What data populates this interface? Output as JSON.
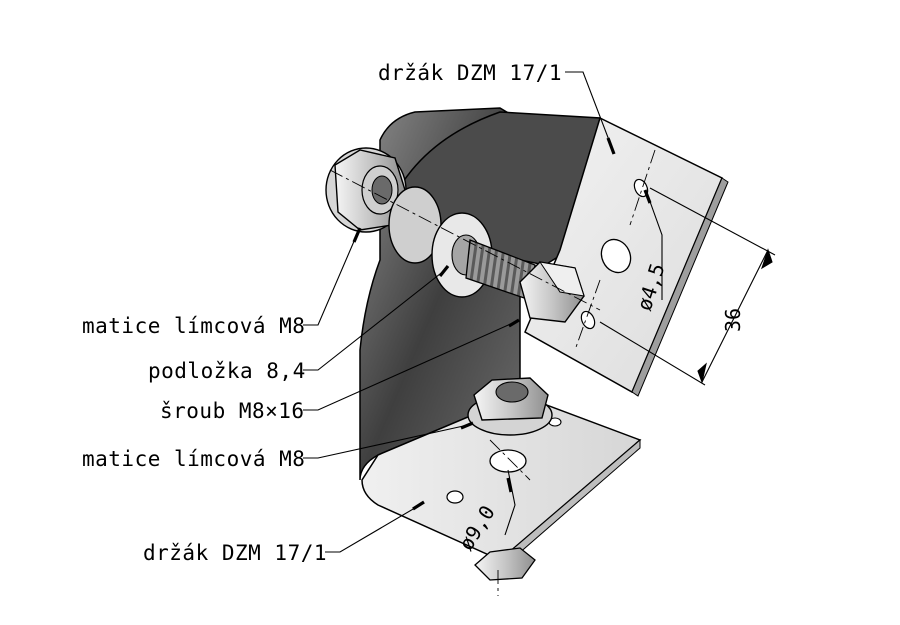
{
  "labels": {
    "holder_top": "držák DZM 17/1",
    "nut_left": "matice límcová M8",
    "washer": "podložka 8,4",
    "bolt": "šroub M8×16",
    "nut_bottom": "matice límcová M8",
    "holder_bottom": "držák DZM 17/1"
  },
  "dimensions": {
    "hole_small": "ø4,5",
    "hole_spacing": "36",
    "hole_large": "ø9,0"
  },
  "colors": {
    "line": "#000000",
    "metal_light": "#e4e4e4",
    "metal_mid": "#bdbdbd",
    "metal_dark": "#5a5a5a",
    "thread": "#8a8a8a"
  }
}
